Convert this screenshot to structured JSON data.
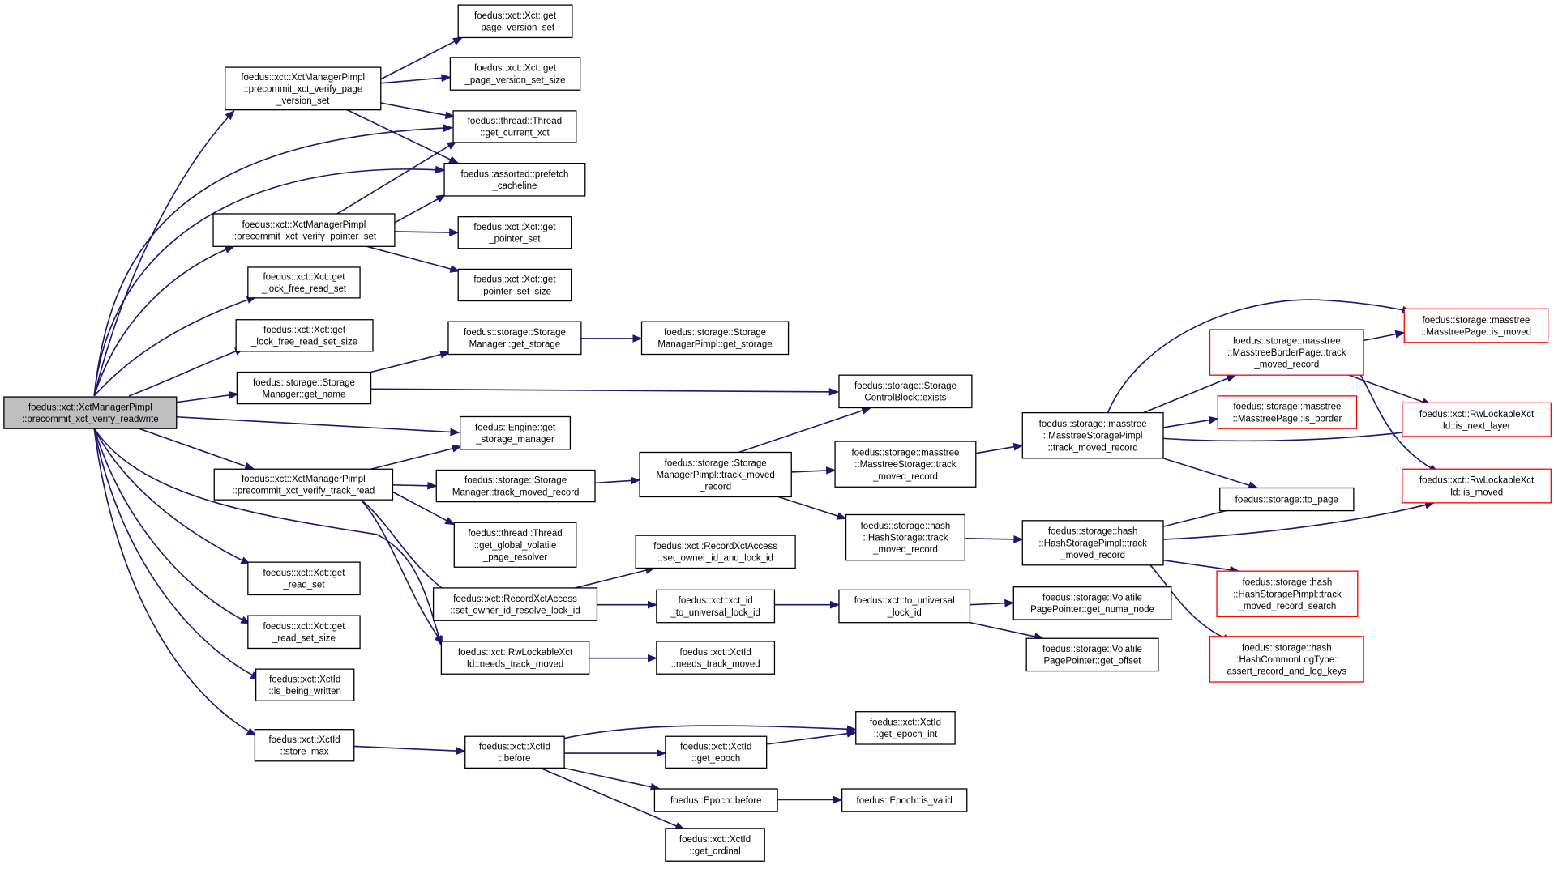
{
  "colors": {
    "edge": "#191970",
    "node_border": "#000000",
    "node_border_truncated": "#ff0000",
    "root_fill": "#bfbfbf",
    "node_fill": "#ffffff"
  },
  "nodes": {
    "root": {
      "lines": [
        "foedus::xct::XctManagerPimpl",
        "::precommit_xct_verify_readwrite"
      ],
      "style": "root"
    },
    "vpvs": {
      "lines": [
        "foedus::xct::XctManagerPimpl",
        "::precommit_xct_verify_page",
        "_version_set"
      ]
    },
    "vps": {
      "lines": [
        "foedus::xct::XctManagerPimpl",
        "::precommit_xct_verify_pointer_set"
      ]
    },
    "glfrs": {
      "lines": [
        "foedus::xct::Xct::get",
        "_lock_free_read_set"
      ]
    },
    "glfrss": {
      "lines": [
        "foedus::xct::Xct::get",
        "_lock_free_read_set_size"
      ]
    },
    "smgn": {
      "lines": [
        "foedus::storage::Storage",
        "Manager::get_name"
      ]
    },
    "vtr": {
      "lines": [
        "foedus::xct::XctManagerPimpl",
        "::precommit_xct_verify_track_read"
      ]
    },
    "grs": {
      "lines": [
        "foedus::xct::Xct::get",
        "_read_set"
      ]
    },
    "grss": {
      "lines": [
        "foedus::xct::Xct::get",
        "_read_set_size"
      ]
    },
    "ibw": {
      "lines": [
        "foedus::xct::XctId",
        "::is_being_written"
      ]
    },
    "smax": {
      "lines": [
        "foedus::xct::XctId",
        "::store_max"
      ]
    },
    "gpvs": {
      "lines": [
        "foedus::xct::Xct::get",
        "_page_version_set"
      ]
    },
    "gpvss": {
      "lines": [
        "foedus::xct::Xct::get",
        "_page_version_set_size"
      ]
    },
    "gcx": {
      "lines": [
        "foedus::thread::Thread",
        "::get_current_xct"
      ]
    },
    "pfc": {
      "lines": [
        "foedus::assorted::prefetch",
        "_cacheline"
      ]
    },
    "gps": {
      "lines": [
        "foedus::xct::Xct::get",
        "_pointer_set"
      ]
    },
    "gpss": {
      "lines": [
        "foedus::xct::Xct::get",
        "_pointer_set_size"
      ]
    },
    "smgs": {
      "lines": [
        "foedus::storage::Storage",
        "Manager::get_storage"
      ]
    },
    "smpgs": {
      "lines": [
        "foedus::storage::Storage",
        "ManagerPimpl::get_storage"
      ]
    },
    "cbe": {
      "lines": [
        "foedus::storage::Storage",
        "ControlBlock::exists"
      ]
    },
    "egsm": {
      "lines": [
        "foedus::Engine::get",
        "_storage_manager"
      ]
    },
    "smtmr": {
      "lines": [
        "foedus::storage::Storage",
        "Manager::track_moved_record"
      ]
    },
    "smptmr": {
      "lines": [
        "foedus::storage::Storage",
        "ManagerPimpl::track_moved",
        "_record"
      ]
    },
    "ggvpr": {
      "lines": [
        "foedus::thread::Thread",
        "::get_global_volatile",
        "_page_resolver"
      ]
    },
    "rxaso": {
      "lines": [
        "foedus::xct::RecordXctAccess",
        "::set_owner_id_and_lock_id"
      ]
    },
    "rxasr": {
      "lines": [
        "foedus::xct::RecordXctAccess",
        "::set_owner_id_resolve_lock_id"
      ]
    },
    "rwntm": {
      "lines": [
        "foedus::xct::RwLockableXct",
        "Id::needs_track_moved"
      ]
    },
    "xidntm": {
      "lines": [
        "foedus::xct::XctId",
        "::needs_track_moved"
      ]
    },
    "xtul": {
      "lines": [
        "foedus::xct::xct_id",
        "_to_universal_lock_id"
      ]
    },
    "xtu": {
      "lines": [
        "foedus::xct::to_universal",
        "_lock_id"
      ]
    },
    "vpgnn": {
      "lines": [
        "foedus::storage::Volatile",
        "PagePointer::get_numa_node"
      ]
    },
    "vpgo": {
      "lines": [
        "foedus::storage::Volatile",
        "PagePointer::get_offset"
      ]
    },
    "mstmr": {
      "lines": [
        "foedus::storage::masstree",
        "::MasstreeStorage::track",
        "_moved_record"
      ]
    },
    "hstmr": {
      "lines": [
        "foedus::storage::hash",
        "::HashStorage::track",
        "_moved_record"
      ]
    },
    "mspt": {
      "lines": [
        "foedus::storage::masstree",
        "::MasstreeStoragePimpl",
        "::track_moved_record"
      ]
    },
    "hspt": {
      "lines": [
        "foedus::storage::hash",
        "::HashStoragePimpl::track",
        "_moved_record"
      ]
    },
    "mbptmr": {
      "lines": [
        "foedus::storage::masstree",
        "::MasstreeBorderPage::track",
        "_moved_record"
      ],
      "style": "truncated"
    },
    "mpib": {
      "lines": [
        "foedus::storage::masstree",
        "::MasstreePage::is_border"
      ],
      "style": "truncated"
    },
    "topage": {
      "lines": [
        "foedus::storage::to_page"
      ]
    },
    "hsptmrs": {
      "lines": [
        "foedus::storage::hash",
        "::HashStoragePimpl::track",
        "_moved_record_search"
      ],
      "style": "truncated"
    },
    "hclt": {
      "lines": [
        "foedus::storage::hash",
        "::HashCommonLogType::",
        "assert_record_and_log_keys"
      ],
      "style": "truncated"
    },
    "mpim": {
      "lines": [
        "foedus::storage::masstree",
        "::MasstreePage::is_moved"
      ],
      "style": "truncated"
    },
    "rwinl": {
      "lines": [
        "foedus::xct::RwLockableXct",
        "Id::is_next_layer"
      ],
      "style": "truncated"
    },
    "rwim": {
      "lines": [
        "foedus::xct::RwLockableXct",
        "Id::is_moved"
      ],
      "style": "truncated"
    },
    "xidb": {
      "lines": [
        "foedus::xct::XctId",
        "::before"
      ]
    },
    "xidgei": {
      "lines": [
        "foedus::xct::XctId",
        "::get_epoch_int"
      ]
    },
    "xidge": {
      "lines": [
        "foedus::xct::XctId",
        "::get_epoch"
      ]
    },
    "epb": {
      "lines": [
        "foedus::Epoch::before"
      ]
    },
    "epiv": {
      "lines": [
        "foedus::Epoch::is_valid"
      ]
    },
    "xidgo": {
      "lines": [
        "foedus::xct::XctId",
        "::get_ordinal"
      ]
    }
  }
}
